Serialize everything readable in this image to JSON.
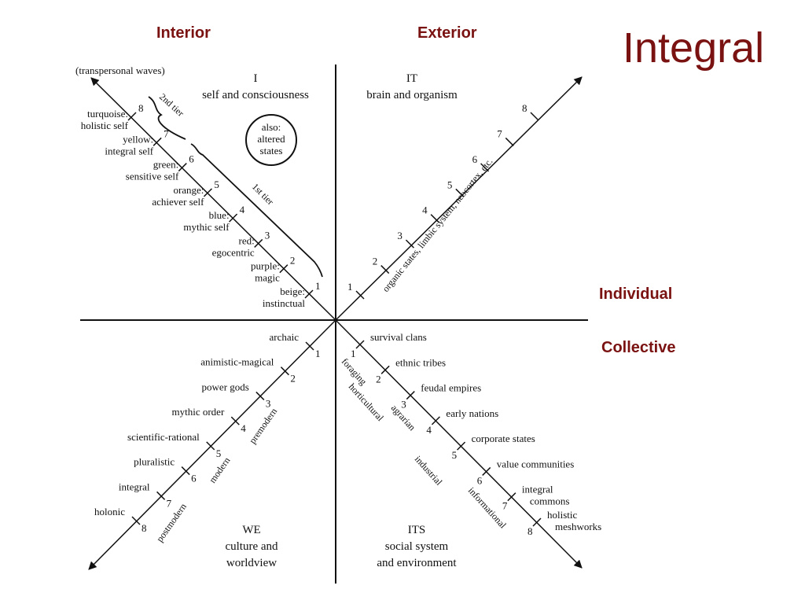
{
  "slide": {
    "title": "Integral",
    "interior": "Interior",
    "exterior": "Exterior",
    "individual": "Individual",
    "collective": "Collective",
    "accent_color": "#7a1212"
  },
  "diagram": {
    "quadrants": {
      "ul": {
        "code": "I",
        "name": "self and consciousness",
        "badge": [
          "also:",
          "altered",
          "states"
        ]
      },
      "ur": {
        "code": "IT",
        "name": "brain and organism"
      },
      "ll": {
        "code": "WE",
        "name1": "culture and",
        "name2": "worldview"
      },
      "lr": {
        "code": "ITS",
        "name1": "social system",
        "name2": "and environment"
      }
    },
    "ul": {
      "arrow_label": "(transpersonal waves)",
      "tier2": "2nd tier",
      "tier1": "1st tier",
      "stages": [
        {
          "n": "1",
          "color": "beige:",
          "desc": "instinctual"
        },
        {
          "n": "2",
          "color": "purple:",
          "desc": "magic"
        },
        {
          "n": "3",
          "color": "red:",
          "desc": "egocentric"
        },
        {
          "n": "4",
          "color": "blue:",
          "desc": "mythic self"
        },
        {
          "n": "5",
          "color": "orange:",
          "desc": "achiever self"
        },
        {
          "n": "6",
          "color": "green:",
          "desc": "sensitive self"
        },
        {
          "n": "7",
          "color": "yellow:",
          "desc": "integral self"
        },
        {
          "n": "8",
          "color": "turquoise:",
          "desc": "holistic self"
        }
      ]
    },
    "ur": {
      "numbers": [
        "1",
        "2",
        "3",
        "4",
        "5",
        "6",
        "7",
        "8"
      ],
      "axis_label": "organic states, limbic system, neocortex, etc."
    },
    "ll": {
      "stages": [
        {
          "n": "1",
          "label": "archaic"
        },
        {
          "n": "2",
          "label": "animistic-magical"
        },
        {
          "n": "3",
          "label": "power gods"
        },
        {
          "n": "4",
          "label": "mythic order"
        },
        {
          "n": "5",
          "label": "scientific-rational"
        },
        {
          "n": "6",
          "label": "pluralistic"
        },
        {
          "n": "7",
          "label": "integral"
        },
        {
          "n": "8",
          "label": "holonic"
        }
      ],
      "eras": [
        "premodern",
        "modern",
        "postmodern"
      ]
    },
    "lr": {
      "stages": [
        {
          "n": "1",
          "label": "survival clans"
        },
        {
          "n": "2",
          "label": "ethnic tribes"
        },
        {
          "n": "3",
          "label": "feudal empires"
        },
        {
          "n": "4",
          "label": "early nations"
        },
        {
          "n": "5",
          "label": "corporate states"
        },
        {
          "n": "6",
          "label": "value communities"
        },
        {
          "n": "7",
          "label": "integral",
          "label2": "commons"
        },
        {
          "n": "8",
          "label": "holistic",
          "label2": "meshworks"
        }
      ],
      "modes": [
        "foraging",
        "horticultural",
        "agrarian",
        "industrial",
        "informational"
      ]
    }
  }
}
